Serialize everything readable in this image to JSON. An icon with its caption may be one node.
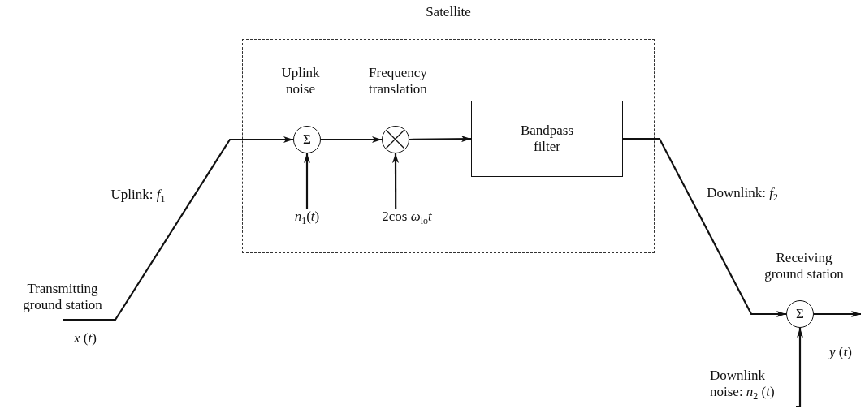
{
  "diagram": {
    "nodes": [
      {
        "text": [
          "Satellite"
        ]
      },
      {
        "text": [
          "Σ"
        ],
        "in": 0
      },
      {
        "text": [],
        "shape": "circle",
        "in": 0
      },
      {
        "text": [
          "Bandpass filter"
        ],
        "in": 0
      },
      {
        "text": [
          "Transmitting ground station"
        ]
      },
      {
        "text": [
          "*n*$_{1}$(*t*)"
        ],
        "in": 0
      },
      {
        "text": [
          "2cos *ω*$_{lo}$*t*"
        ],
        "in": 0
      },
      {
        "text": [
          "Σ"
        ],
        "beside": [
          "Receiving ground station"
        ]
      },
      {
        "text": [
          "Downlink noise: *n*$_{2}$ (*t*)"
        ]
      }
    ],
    "edges": [
      {
        "from": 4,
        "to": 1,
        "arrow": "to",
        "label": "Uplink: *f*$_{1}$"
      },
      {
        "from": 1,
        "to": 2,
        "arrow": "to"
      },
      {
        "from": 2,
        "to": 3,
        "arrow": "to"
      },
      {
        "from": 3,
        "to": 7,
        "arrow": "to",
        "label": "Downlink: *f*$_{2}$"
      },
      {
        "from": 5,
        "to": 1,
        "arrow": "to"
      },
      {
        "from": 6,
        "to": 2,
        "arrow": "to"
      },
      {
        "from": 8,
        "to": 7,
        "arrow": "to"
      },
      {
        "from": 7,
        "to": null,
        "arrow": "to"
      }
    ],
    "labels": [
      "Uplink noise",
      "Frequency translation",
      "*x* (*t*)",
      "*y* (*t*)"
    ]
  }
}
